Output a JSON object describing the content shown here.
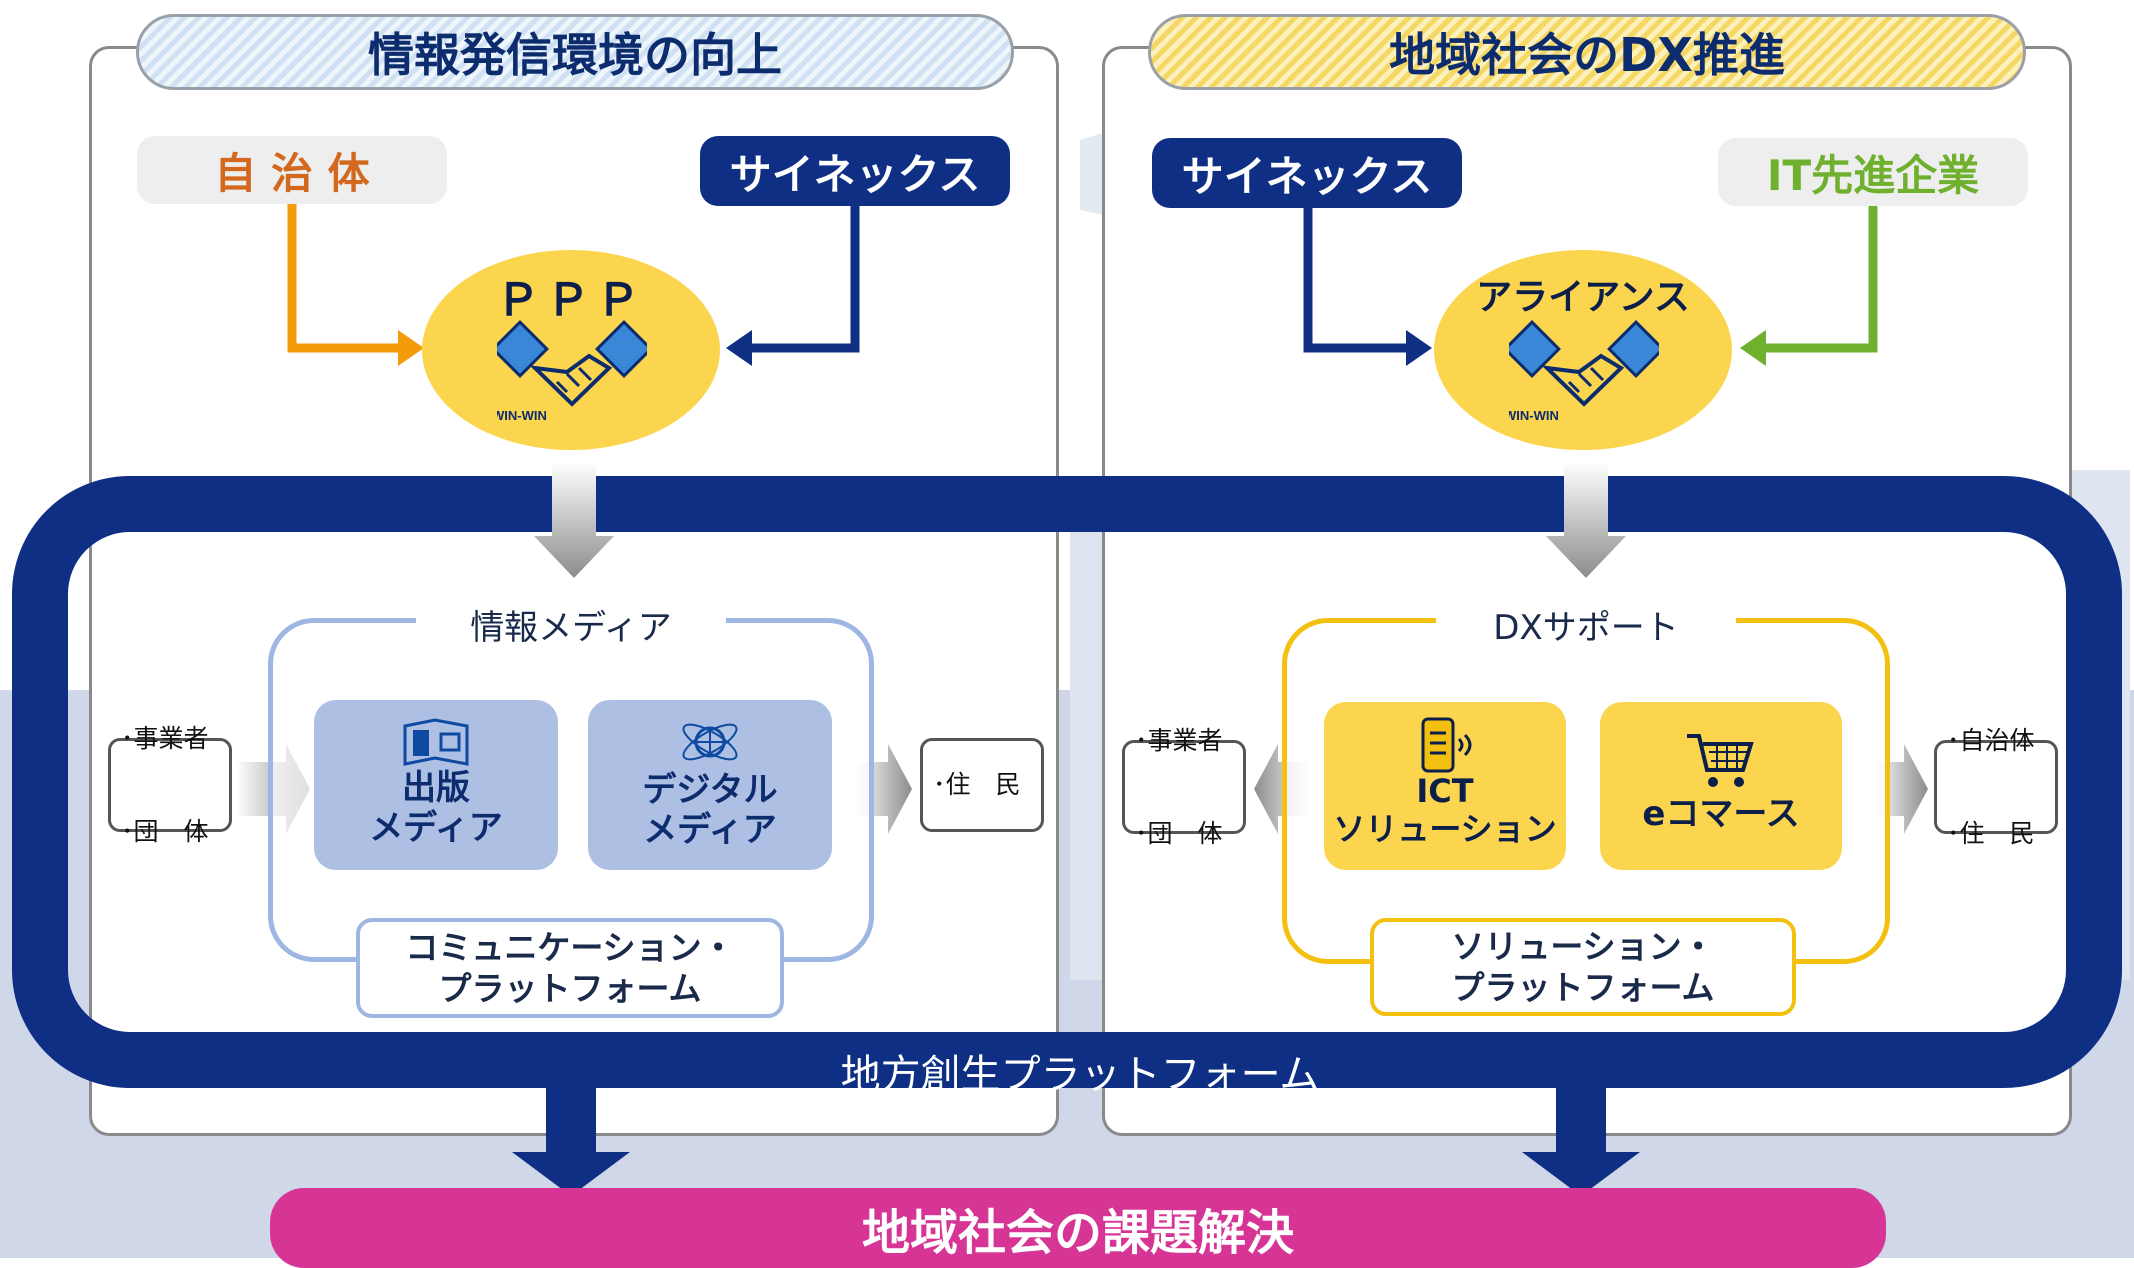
{
  "colors": {
    "navy": "#0e2f84",
    "orange": "#f39b0a",
    "green": "#6fb12e",
    "yellow": "#fcd54f",
    "gold_border": "#f3c010",
    "light_blue_border": "#9db6e2",
    "media_box": "#aebfe4",
    "magenta": "#d63596"
  },
  "left": {
    "title": "情報発信環境の向上",
    "partner_a": "自 治 体",
    "partner_b": "サイネックス",
    "hub": "ＰＰＰ",
    "win_text": "WIN-WIN",
    "platform_title": "情報メディア",
    "cards": [
      {
        "line1": "出版",
        "line2": "メディア",
        "icon": "building-map-icon"
      },
      {
        "line1": "デジタル",
        "line2": "メディア",
        "icon": "globe-atom-icon"
      }
    ],
    "platform_sub": {
      "line1": "コミュニケーション・",
      "line2": "プラットフォーム"
    },
    "input_box": {
      "line1": "･事業者",
      "line2": "･団　体"
    },
    "output_box": {
      "line1": "･住　民"
    }
  },
  "right": {
    "title": "地域社会のDX推進",
    "partner_a": "サイネックス",
    "partner_b": "IT先進企業",
    "hub": "アライアンス",
    "win_text": "WIN-WIN",
    "platform_title": "DXサポート",
    "cards": [
      {
        "line1": "ICT",
        "line2": "ソリューション",
        "icon": "smartphone-icon"
      },
      {
        "line1": "eコマース",
        "line2": "",
        "icon": "shopping-cart-icon"
      }
    ],
    "platform_sub": {
      "line1": "ソリューション・",
      "line2": "プラットフォーム"
    },
    "input_box": {
      "line1": "･事業者",
      "line2": "･団　体"
    },
    "output_box": {
      "line1": "･自治体",
      "line2": "･住　民"
    }
  },
  "platform_bar_label": "地方創生プラットフォーム",
  "goal": "地域社会の課題解決"
}
